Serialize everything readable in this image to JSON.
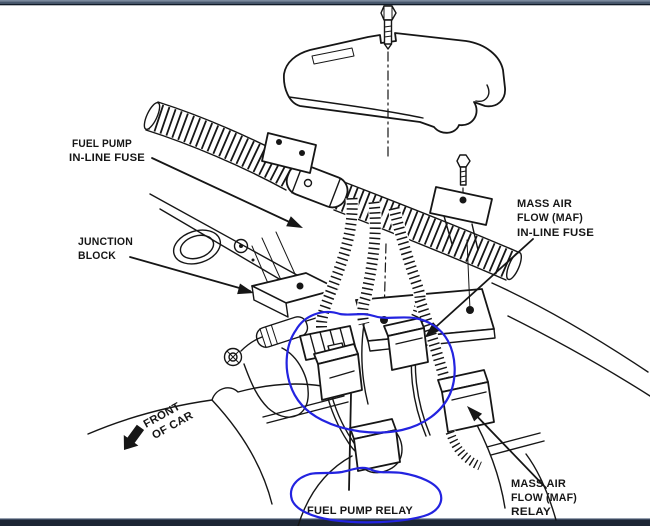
{
  "page": {
    "background": "#ffffff",
    "ink_color": "#161616",
    "annotation_color": "#2323e0",
    "top_bar_color": "#47586e",
    "top_bar_highlight": "#7a899d",
    "top_bar_shadow": "#111b28",
    "bottom_bar_color": "#1d2634",
    "bottom_bar_highlight": "#51617a"
  },
  "labels": {
    "fuel_pump_inline_fuse": {
      "line1": "FUEL PUMP",
      "line2": "IN-LINE FUSE"
    },
    "junction_block": {
      "line1": "JUNCTION",
      "line2": "BLOCK"
    },
    "maf_inline_fuse": {
      "line1": "MASS AIR",
      "line2": "FLOW (MAF)",
      "line3": "IN-LINE FUSE"
    },
    "maf_relay": {
      "line1": "MASS AIR",
      "line2": "FLOW (MAF)",
      "line3": "RELAY"
    },
    "fuel_pump_relay": {
      "text": "FUEL PUMP RELAY"
    },
    "front_of_car": {
      "line1": "FRONT",
      "line2": "OF CAR"
    }
  }
}
